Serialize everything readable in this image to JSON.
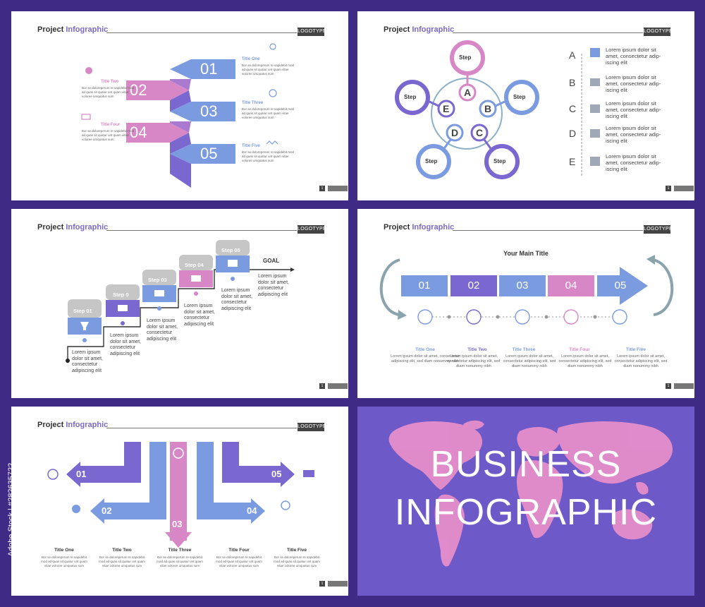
{
  "common": {
    "header_prefix": "Project",
    "header_accent": "Infographic",
    "logotype": "LOGOTYPE",
    "page_number": "1",
    "lorem_short": "Bor se doloreperum re sapidebit mod ad quas sit quatur unt quam vitae voloree umquatus sum",
    "lorem_step": "Lorem ipsum dolor sit amet, consectetur adipiscing elit",
    "lorem_title": "Lorem ipsum dolor sit amet, consectetur adipiscing elit, sed diam nonummy nibh"
  },
  "slide1": {
    "numbers": [
      "01",
      "02",
      "03",
      "04",
      "05"
    ],
    "titles": [
      "Title One",
      "Title Two",
      "Title Three",
      "Title Four",
      "Title Five"
    ],
    "colors": {
      "blue": "#7b9be0",
      "pink": "#d887c6",
      "purple": "#7a67cf"
    }
  },
  "slide2": {
    "center_letters": [
      "A",
      "B",
      "C",
      "D",
      "E"
    ],
    "step_label": "Step",
    "list_letters": [
      "A",
      "B",
      "C",
      "D",
      "E"
    ],
    "list_text": "Lorem ipsum dolor sit amet, consectetur adip- iscing elit"
  },
  "slide3": {
    "steps": [
      "Step 01",
      "Step 0",
      "Step 03",
      "Step 04",
      "Step 05"
    ],
    "goal": "GOAL"
  },
  "slide4": {
    "main_title": "Your Main Title",
    "numbers": [
      "01",
      "02",
      "03",
      "04",
      "05"
    ],
    "titles": [
      "Title One",
      "Title Two",
      "Title Three",
      "Title Four",
      "Title Five"
    ]
  },
  "slide5": {
    "numbers": [
      "01",
      "02",
      "03",
      "04",
      "05"
    ],
    "titles": [
      "Title One",
      "Title Two",
      "Title Three",
      "Title Four",
      "Title Five"
    ]
  },
  "slide6": {
    "line1": "BUSINESS",
    "line2": "INFOGRAPHIC"
  },
  "watermark": "Adobe Stock | #282635722"
}
